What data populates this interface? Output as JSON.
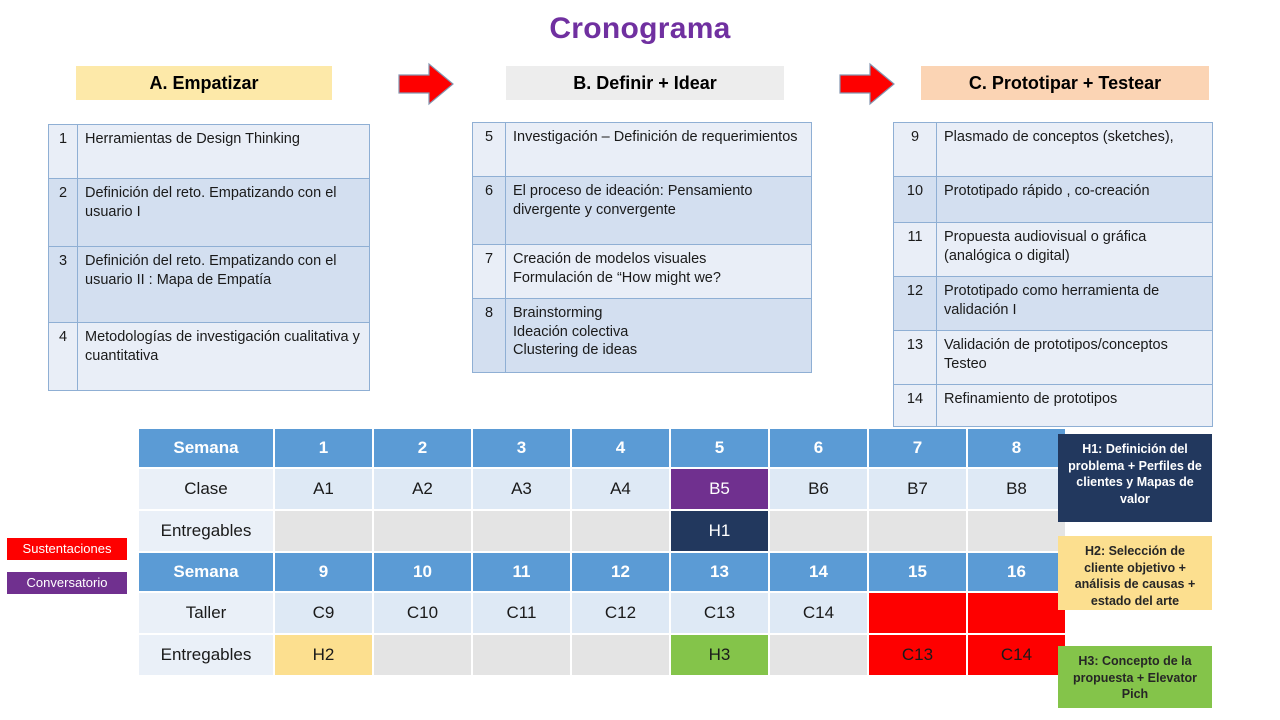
{
  "page": {
    "title": "Cronograma",
    "title_color": "#7030A0"
  },
  "phases": [
    {
      "id": "a",
      "banner": "A. Empatizar",
      "banner_color": "#FDE9A9",
      "items": [
        {
          "num": "1",
          "text": "Herramientas de Design Thinking"
        },
        {
          "num": "2",
          "text": "Definición del reto. Empatizando con el usuario I"
        },
        {
          "num": "3",
          "text": "Definición del reto. Empatizando con el usuario II : Mapa de Empatía"
        },
        {
          "num": "4",
          "text": "Metodologías de investigación cualitativa y cuantitativa"
        }
      ]
    },
    {
      "id": "b",
      "banner": "B. Definir + Idear",
      "banner_color": "#EDEDED",
      "items": [
        {
          "num": "5",
          "text": "Investigación – Definición de requerimientos"
        },
        {
          "num": "6",
          "text": "El proceso de ideación: Pensamiento divergente y convergente"
        },
        {
          "num": "7",
          "text": "Creación de modelos visuales\nFormulación de “How might we?"
        },
        {
          "num": "8",
          "text": "Brainstorming\nIdeación colectiva\nClustering de ideas"
        }
      ]
    },
    {
      "id": "c",
      "banner": "C.  Prototipar + Testear",
      "banner_color": "#FBD4B4",
      "items": [
        {
          "num": "9",
          "text": "Plasmado de conceptos (sketches),"
        },
        {
          "num": "10",
          "text": "Prototipado rápido , co-creación"
        },
        {
          "num": "11",
          "text": "Propuesta audiovisual o gráfica (analógica o digital)"
        },
        {
          "num": "12",
          "text": "Prototipado como herramienta de validación I"
        },
        {
          "num": "13",
          "text": "Validación de prototipos/conceptos Testeo"
        },
        {
          "num": "14",
          "text": "Refinamiento de prototipos"
        }
      ]
    }
  ],
  "arrows": [
    {
      "name": "arrow-phase-a-to-b",
      "color": "#FE0000"
    },
    {
      "name": "arrow-phase-b-to-c",
      "color": "#FE0000"
    }
  ],
  "schedule": {
    "block1": {
      "week_label": "Semana",
      "weeks": [
        "1",
        "2",
        "3",
        "4",
        "5",
        "6",
        "7",
        "8"
      ],
      "rows": [
        {
          "label": "Clase",
          "cells": [
            {
              "text": "A1",
              "style": "clase"
            },
            {
              "text": "A2",
              "style": "clase"
            },
            {
              "text": "A3",
              "style": "clase"
            },
            {
              "text": "A4",
              "style": "clase"
            },
            {
              "text": "B5",
              "style": "purple"
            },
            {
              "text": "B6",
              "style": "clase"
            },
            {
              "text": "B7",
              "style": "clase"
            },
            {
              "text": "B8",
              "style": "clase"
            }
          ]
        },
        {
          "label": "Entregables",
          "cells": [
            {
              "text": "",
              "style": "empty"
            },
            {
              "text": "",
              "style": "empty"
            },
            {
              "text": "",
              "style": "empty"
            },
            {
              "text": "",
              "style": "empty"
            },
            {
              "text": "H1",
              "style": "navy"
            },
            {
              "text": "",
              "style": "empty"
            },
            {
              "text": "",
              "style": "empty"
            },
            {
              "text": "",
              "style": "empty"
            }
          ]
        }
      ]
    },
    "block2": {
      "week_label": "Semana",
      "weeks": [
        "9",
        "10",
        "11",
        "12",
        "13",
        "14",
        "15",
        "16"
      ],
      "rows": [
        {
          "label": "Taller",
          "cells": [
            {
              "text": "C9",
              "style": "clase"
            },
            {
              "text": "C10",
              "style": "clase"
            },
            {
              "text": "C11",
              "style": "clase"
            },
            {
              "text": "C12",
              "style": "clase"
            },
            {
              "text": "C13",
              "style": "clase"
            },
            {
              "text": "C14",
              "style": "clase"
            },
            {
              "text": "",
              "style": "red"
            },
            {
              "text": "",
              "style": "red"
            }
          ]
        },
        {
          "label": "Entregables",
          "cells": [
            {
              "text": "H2",
              "style": "yellow"
            },
            {
              "text": "",
              "style": "empty"
            },
            {
              "text": "",
              "style": "empty"
            },
            {
              "text": "",
              "style": "empty"
            },
            {
              "text": "H3",
              "style": "green"
            },
            {
              "text": "",
              "style": "empty"
            },
            {
              "text": "C13",
              "style": "red"
            },
            {
              "text": "C14",
              "style": "red"
            }
          ]
        }
      ]
    }
  },
  "legend": [
    {
      "label": "Sustentaciones",
      "color": "#FE0000"
    },
    {
      "label": "Conversatorio",
      "color": "#70308F"
    }
  ],
  "hitos": [
    {
      "id": "h1",
      "text": "H1: Definición del problema + Perfiles de clientes y Mapas de valor",
      "color": "#22385E"
    },
    {
      "id": "h2",
      "text": "H2: Selección de cliente objetivo + análisis de causas  + estado del arte",
      "color": "#FCDF8F"
    },
    {
      "id": "h3",
      "text": "H3: Concepto de la propuesta + Elevator Pich",
      "color": "#84C44A"
    }
  ]
}
